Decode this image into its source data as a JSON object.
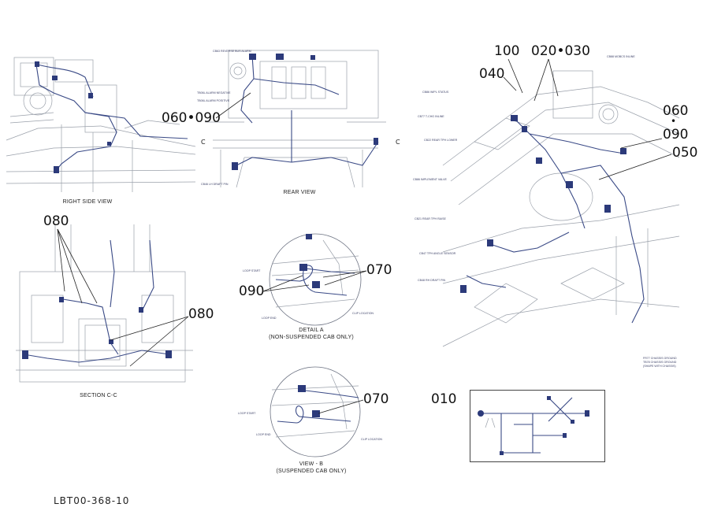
{
  "callouts": {
    "c100": "100",
    "c020_030": "020•030",
    "c040": "040",
    "c060_top": "060",
    "c060_dot": "•",
    "c090_right": "090",
    "c050": "050",
    "c060_090": "060•090",
    "c080_top": "080",
    "c080_mid": "080",
    "c090_detail": "090",
    "c070_detail": "070",
    "c070_view": "070",
    "c010": "010"
  },
  "captions": {
    "right_side_view": "RIGHT SIDE VIEW",
    "rear_view": "REAR VIEW",
    "section_cc": "SECTION C-C",
    "detail_a_1": "DETAIL  A",
    "detail_a_2": "(NON-SUSPENDED CAB ONLY)",
    "view_b_1": "VIEW - B",
    "view_b_2": "(SUSPENDED CAB ONLY)"
  },
  "section_marks": {
    "left_c": "C",
    "right_c": "C"
  },
  "detail_notes": {
    "loop_start": "LOOP START",
    "loop_end": "LOOP END",
    "clip_location": "CLIP LOCATION",
    "loop_start_b": "LOOP START",
    "loop_end_b": "LOOP END",
    "clip_location_b": "CLIP LOCATION"
  },
  "rear_notes": {
    "n1": "CB63 REVERSE BUS ALARM",
    "n2": "TB06L ALARM NEGATIVE",
    "n3": "TB06L ALARM POSITIVE",
    "n4": "CB46 LH DRAFT PIN"
  },
  "iso_notes": {
    "n1": "CB86 WIPL STATUS",
    "n2": "CB77 T-CHG INLINE",
    "n3": "CB22 REAR TPH LOWER",
    "n4": "CB86 IMPLEMENT VALVE",
    "n5": "CB21 REAR TPH RAISE",
    "n6": "CB47 TPH ANGLE SENSOR",
    "n7": "CB48 RH DRAFT PIN",
    "n8": "CB88 MOBCS INLINE",
    "n9": "FR77 CHASSIS GROUND",
    "n10": "TB78 CHASSIS GROUND",
    "n11": "(SHAPE WITH CHASSIS)"
  },
  "drawing_code": "LBT00-368-10",
  "colors": {
    "wire": "#3a4a86",
    "linework": "#9aa0aa",
    "ink": "#111111"
  }
}
